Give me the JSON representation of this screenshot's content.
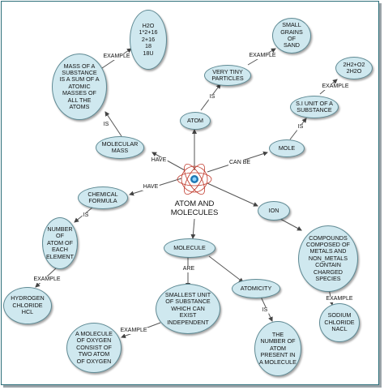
{
  "center": {
    "title_line1": "ATOM AND",
    "title_line2": "MOLECULES"
  },
  "nodes": {
    "h2o": "H2O\n1*2+16\n2+16\n18\n18U",
    "mass_def": "MASS OF A\nSUBSTANCE\nIS A SUM OF A\nATOMIC\nMASSES OF\nALL THE\nATOMS",
    "sand": "SMALL\nGRAINS\nOF\nSAND",
    "particles": "VERY TINY\nPARTICLES",
    "reaction": "2H2+O2\n2H2O",
    "si_unit": "S.I UNIT OF A\nSUBSTANCE",
    "atom": "ATOM",
    "molecular_mass": "MOLECULAR\nMASS",
    "mole": "MOLE",
    "chemical_formula": "CHEMICAL\nFORMULA",
    "ion": "ION",
    "number_atoms": "NUMBER\nOF\nATOM OF\nEACH\nELEMENT",
    "compounds": "COMPOUNDS\nCOMPOSED OF\nMETALS AND\nNON_METALS\nCONTAIN\nCHARGED\nSPECIES",
    "molecule": "MOLECULE",
    "hcl": "HYDROGEN\nCHLORIDE\nHCL",
    "atomicity": "ATOMICITY",
    "smallest_unit": "SMALLEST UNIT\nOF SUBSTANCE\nWHICH CAN\nEXIST\nINDEPENDENT",
    "nacl": "SODIUM\nCHLORIDE\nNACL",
    "oxygen_molecule": "A MOLECULE\nOF OXYGEN\nCONSIST OF\nTWO ATOM\nOF OXYGEN",
    "atom_count": "THE\nNUMBER OF\nATOM\nPRESENT IN\nA MOLECULE"
  },
  "link_labels": {
    "example_h2o": "EXAMPLE",
    "example_sand": "EXAMPLE",
    "example_reaction": "EXAMPLE",
    "is_particles": "IS",
    "is_mass": "IS",
    "is_mole": "IS",
    "have_mass": "HAVE",
    "can_be": "CAN BE",
    "have_formula": "HAVE",
    "is_formula": "IS",
    "example_hcl": "EXAMPLE",
    "are": "ARE",
    "example_oxygen": "EXAMPLE",
    "example_nacl": "EXAMPLE",
    "is_atomicity": "IS"
  },
  "colors": {
    "node_fill": "#cfe8ef",
    "node_border": "#5f8a94",
    "edge": "#555555",
    "frame": "#2d6f7a"
  }
}
